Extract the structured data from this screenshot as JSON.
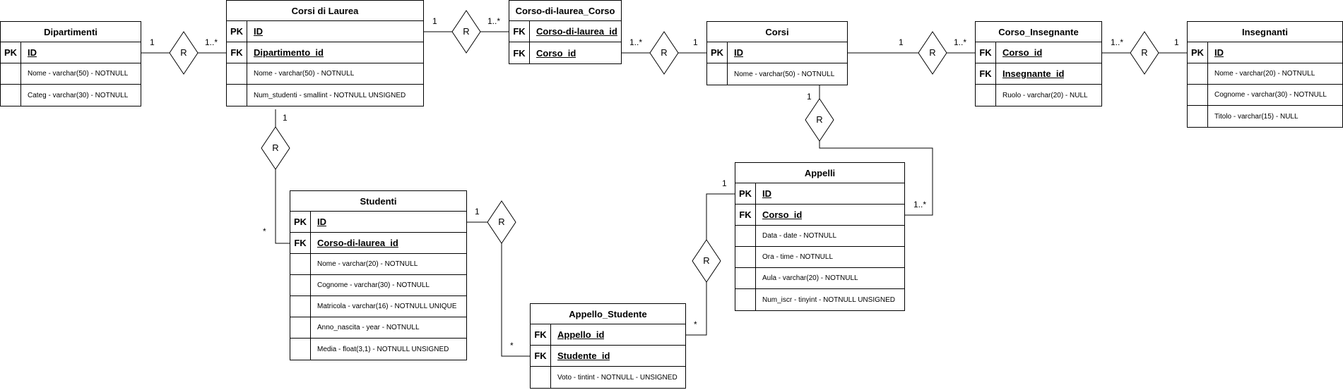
{
  "tables": {
    "dipartimenti": {
      "title": "Dipartimenti",
      "rows": [
        {
          "key": "PK",
          "text": "ID",
          "is_key": true
        },
        {
          "key": "",
          "text": "Nome - varchar(50) - NOTNULL",
          "is_key": false
        },
        {
          "key": "",
          "text": "Categ - varchar(30) - NOTNULL",
          "is_key": false
        }
      ]
    },
    "corsi_di_laurea": {
      "title": "Corsi di Laurea",
      "rows": [
        {
          "key": "PK",
          "text": "ID",
          "is_key": true
        },
        {
          "key": "FK",
          "text": "Dipartimento_id",
          "is_key": true
        },
        {
          "key": "",
          "text": "Nome - varchar(50) - NOTNULL",
          "is_key": false
        },
        {
          "key": "",
          "text": "Num_studenti - smallint - NOTNULL UNSIGNED",
          "is_key": false
        }
      ]
    },
    "corso_di_laurea_corso": {
      "title": "Corso-di-laurea_Corso",
      "rows": [
        {
          "key": "FK",
          "text": "Corso-di-laurea_id",
          "is_key": true
        },
        {
          "key": "FK",
          "text": "Corso_id",
          "is_key": true
        }
      ]
    },
    "corsi": {
      "title": "Corsi",
      "rows": [
        {
          "key": "PK",
          "text": "ID",
          "is_key": true
        },
        {
          "key": "",
          "text": "Nome - varchar(50) - NOTNULL",
          "is_key": false
        }
      ]
    },
    "corso_insegnante": {
      "title": "Corso_Insegnante",
      "rows": [
        {
          "key": "FK",
          "text": "Corso_id",
          "is_key": true
        },
        {
          "key": "FK",
          "text": "Insegnante_id",
          "is_key": true
        },
        {
          "key": "",
          "text": "Ruolo - varchar(20) - NULL",
          "is_key": false
        }
      ]
    },
    "insegnanti": {
      "title": "Insegnanti",
      "rows": [
        {
          "key": "PK",
          "text": "ID",
          "is_key": true
        },
        {
          "key": "",
          "text": "Nome - varchar(20) - NOTNULL",
          "is_key": false
        },
        {
          "key": "",
          "text": "Cognome - varchar(30) - NOTNULL",
          "is_key": false
        },
        {
          "key": "",
          "text": "Titolo - varchar(15) - NULL",
          "is_key": false
        }
      ]
    },
    "studenti": {
      "title": "Studenti",
      "rows": [
        {
          "key": "PK",
          "text": "ID",
          "is_key": true
        },
        {
          "key": "FK",
          "text": "Corso-di-laurea_id",
          "is_key": true
        },
        {
          "key": "",
          "text": "Nome - varchar(20) - NOTNULL",
          "is_key": false
        },
        {
          "key": "",
          "text": "Cognome - varchar(30) - NOTNULL",
          "is_key": false
        },
        {
          "key": "",
          "text": "Matricola - varchar(16) - NOTNULL UNIQUE",
          "is_key": false
        },
        {
          "key": "",
          "text": "Anno_nascita - year - NOTNULL",
          "is_key": false
        },
        {
          "key": "",
          "text": "Media - float(3,1) - NOTNULL  UNSIGNED",
          "is_key": false
        }
      ]
    },
    "appelli": {
      "title": "Appelli",
      "rows": [
        {
          "key": "PK",
          "text": "ID",
          "is_key": true
        },
        {
          "key": "FK",
          "text": "Corso_id",
          "is_key": true
        },
        {
          "key": "",
          "text": "Data - date - NOTNULL",
          "is_key": false
        },
        {
          "key": "",
          "text": "Ora - time - NOTNULL",
          "is_key": false
        },
        {
          "key": "",
          "text": "Aula - varchar(20) - NOTNULL",
          "is_key": false
        },
        {
          "key": "",
          "text": "Num_iscr - tinyint - NOTNULL UNSIGNED",
          "is_key": false
        }
      ]
    },
    "appello_studente": {
      "title": "Appello_Studente",
      "rows": [
        {
          "key": "FK",
          "text": "Appello_id",
          "is_key": true
        },
        {
          "key": "FK",
          "text": "Studente_id",
          "is_key": true
        },
        {
          "key": "",
          "text": "Voto - tintint - NOTNULL - UNSIGNED",
          "is_key": false
        }
      ]
    }
  },
  "relationships": [
    {
      "id": "dip-cdl",
      "diamond": "R",
      "card_a": "1",
      "card_b": "1..*"
    },
    {
      "id": "cdl-cdlc",
      "diamond": "R",
      "card_a": "1",
      "card_b": "1..*"
    },
    {
      "id": "cdlc-corsi",
      "diamond": "R",
      "card_a": "1..*",
      "card_b": "1"
    },
    {
      "id": "corsi-ci",
      "diamond": "R",
      "card_a": "1",
      "card_b": "1..*"
    },
    {
      "id": "ci-ins",
      "diamond": "R",
      "card_a": "1..*",
      "card_b": "1"
    },
    {
      "id": "cdl-stud",
      "diamond": "R",
      "card_a": "1",
      "card_b": "*"
    },
    {
      "id": "corsi-app",
      "diamond": "R",
      "card_a": "1",
      "card_b": "1..*"
    },
    {
      "id": "stud-as",
      "diamond": "R",
      "card_a": "1",
      "card_b": "*"
    },
    {
      "id": "app-as",
      "diamond": "R",
      "card_a": "1",
      "card_b": "*"
    }
  ]
}
